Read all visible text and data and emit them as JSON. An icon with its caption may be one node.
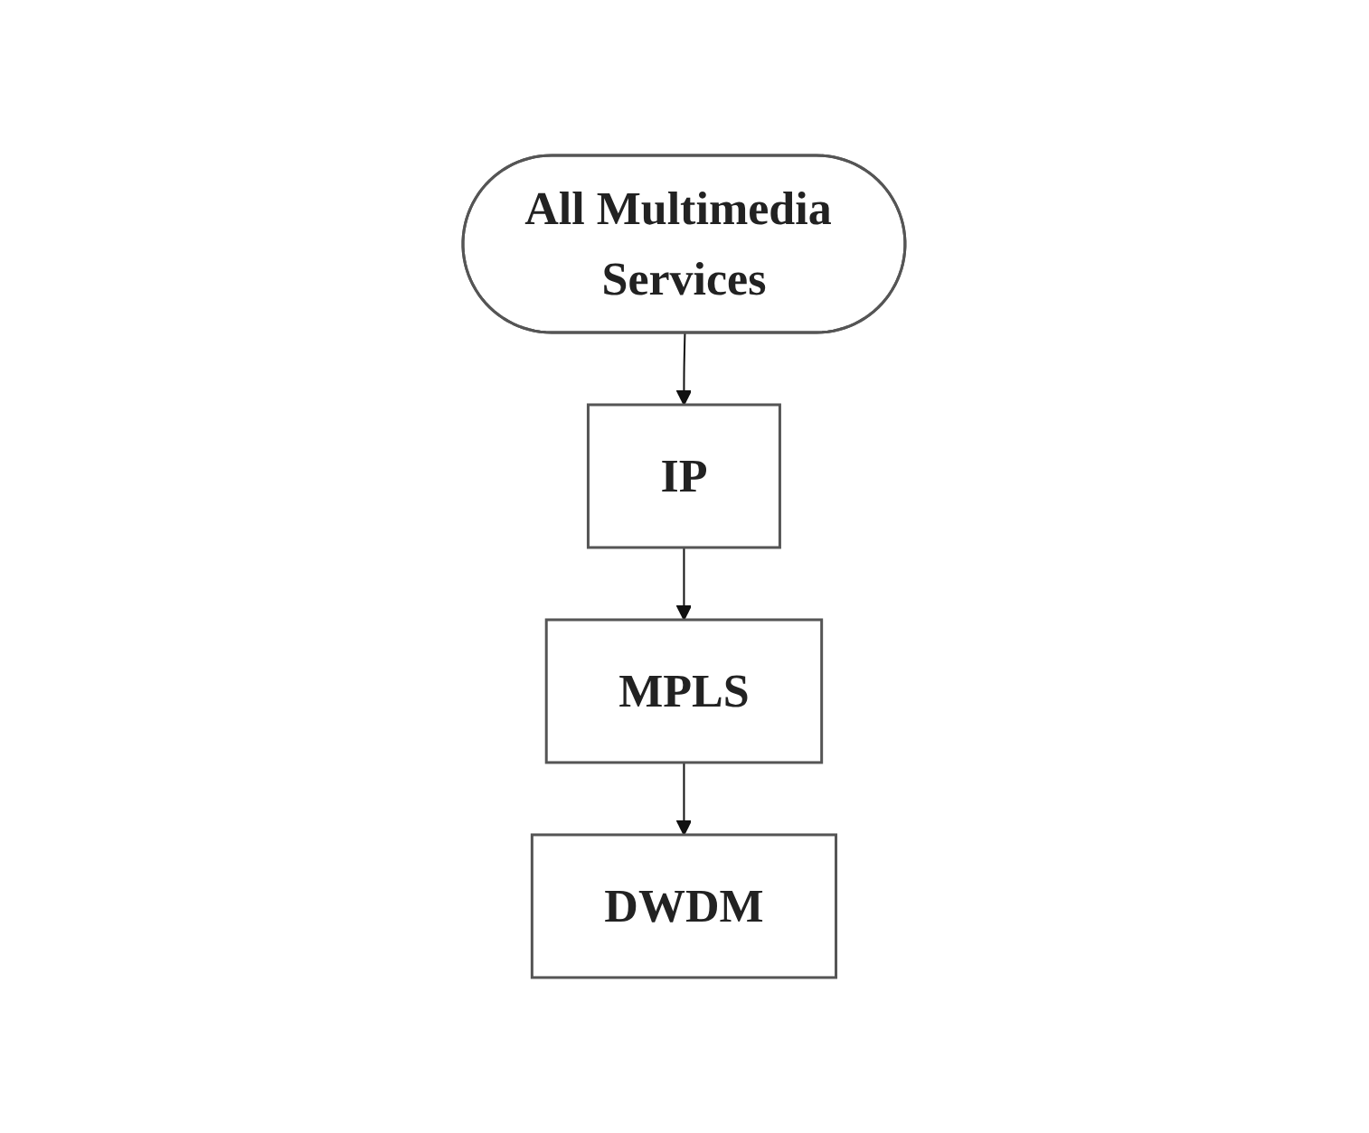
{
  "diagram": {
    "nodes": [
      {
        "text": [
          "All Multimedia Services"
        ]
      },
      {
        "text": [
          "IP"
        ]
      },
      {
        "text": [
          "MPLS"
        ]
      },
      {
        "text": [
          "DWDM"
        ]
      }
    ],
    "edges": [
      {
        "from": 0,
        "to": 1,
        "arrow": "to"
      },
      {
        "from": 1,
        "to": 2,
        "arrow": "to"
      },
      {
        "from": 2,
        "to": 3,
        "arrow": "to"
      }
    ]
  }
}
